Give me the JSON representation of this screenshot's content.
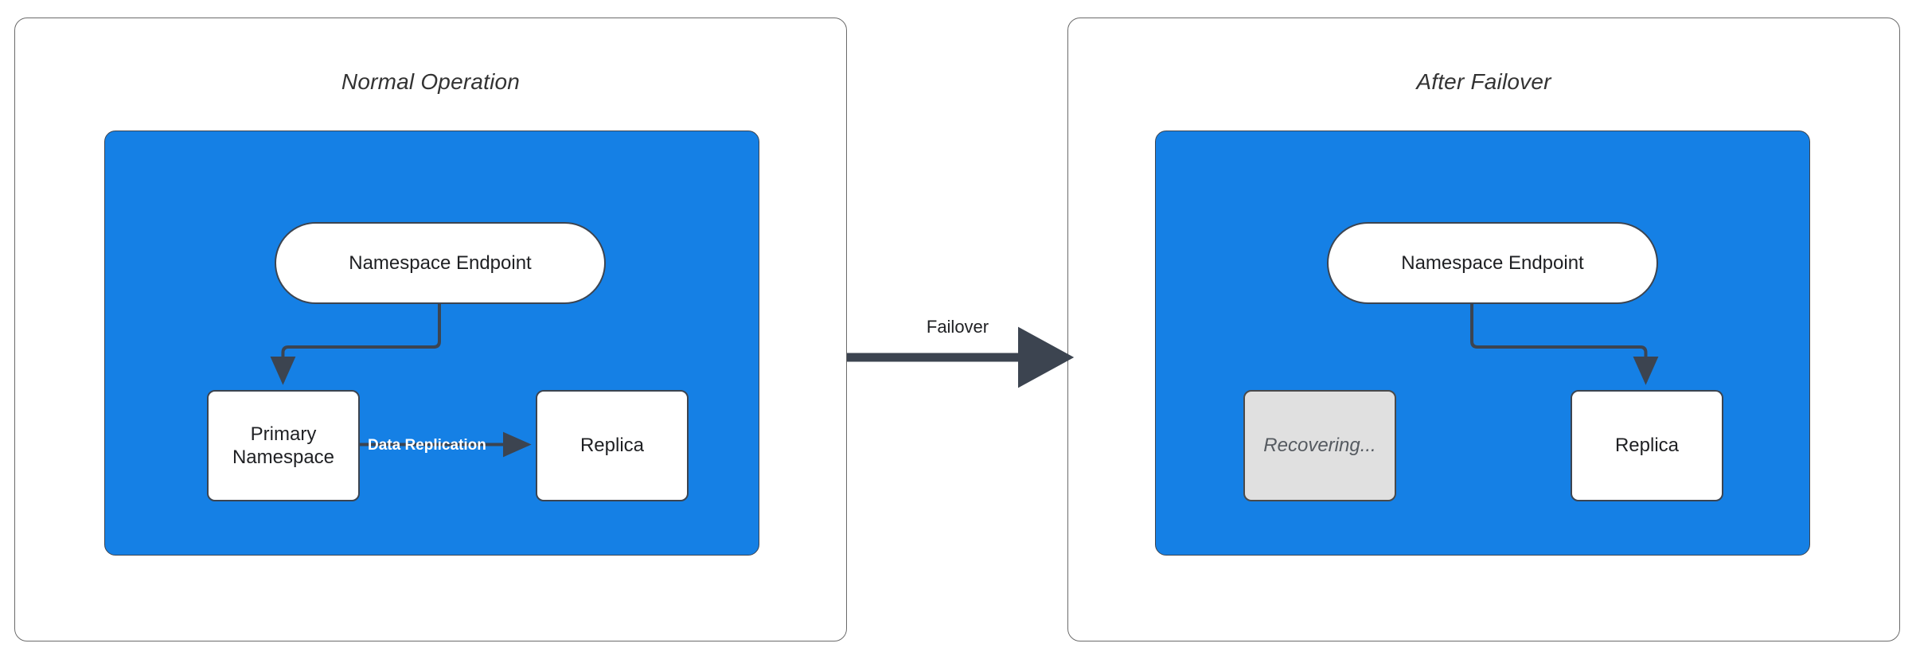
{
  "diagram": {
    "title_normal": "Normal Operation",
    "title_failover": "After Failover",
    "colors": {
      "zone_blue": "#1580e5",
      "node_stroke": "#3c4450",
      "node_fill": "#ffffff",
      "dim_fill": "#e0e0e0",
      "dim_text": "#555a60",
      "panel_border": "#6b6b6b",
      "edge_label_text": "#ffffff",
      "title_text": "#333333",
      "connector": "#3c4450"
    }
  },
  "panels": [
    {
      "id": "normal-operation",
      "title": "Normal Operation",
      "zone": {
        "nodes": [
          {
            "id": "namespace-endpoint",
            "label": "Namespace Endpoint",
            "shape": "stadium",
            "state": "active"
          },
          {
            "id": "primary-namespace",
            "label": "Primary\nNamespace",
            "label_line1": "Primary",
            "label_line2": "Namespace",
            "shape": "rect",
            "state": "active"
          },
          {
            "id": "replica",
            "label": "Replica",
            "shape": "rect",
            "state": "active"
          }
        ],
        "edges": [
          {
            "from": "namespace-endpoint",
            "to": "primary-namespace",
            "label": "",
            "style": "elbow-down-left"
          },
          {
            "from": "primary-namespace",
            "to": "replica",
            "label": "Data Replication",
            "style": "straight-right"
          }
        ]
      }
    },
    {
      "id": "after-failover",
      "title": "After Failover",
      "zone": {
        "nodes": [
          {
            "id": "namespace-endpoint",
            "label": "Namespace Endpoint",
            "shape": "stadium",
            "state": "active"
          },
          {
            "id": "recovering",
            "label": "Recovering...",
            "shape": "rect",
            "state": "recovering"
          },
          {
            "id": "replica",
            "label": "Replica",
            "shape": "rect",
            "state": "active"
          }
        ],
        "edges": [
          {
            "from": "namespace-endpoint",
            "to": "replica",
            "label": "",
            "style": "elbow-down-right"
          }
        ]
      }
    }
  ],
  "transition": {
    "label": "Failover",
    "from_panel": "normal-operation",
    "to_panel": "after-failover",
    "direction": "right"
  }
}
